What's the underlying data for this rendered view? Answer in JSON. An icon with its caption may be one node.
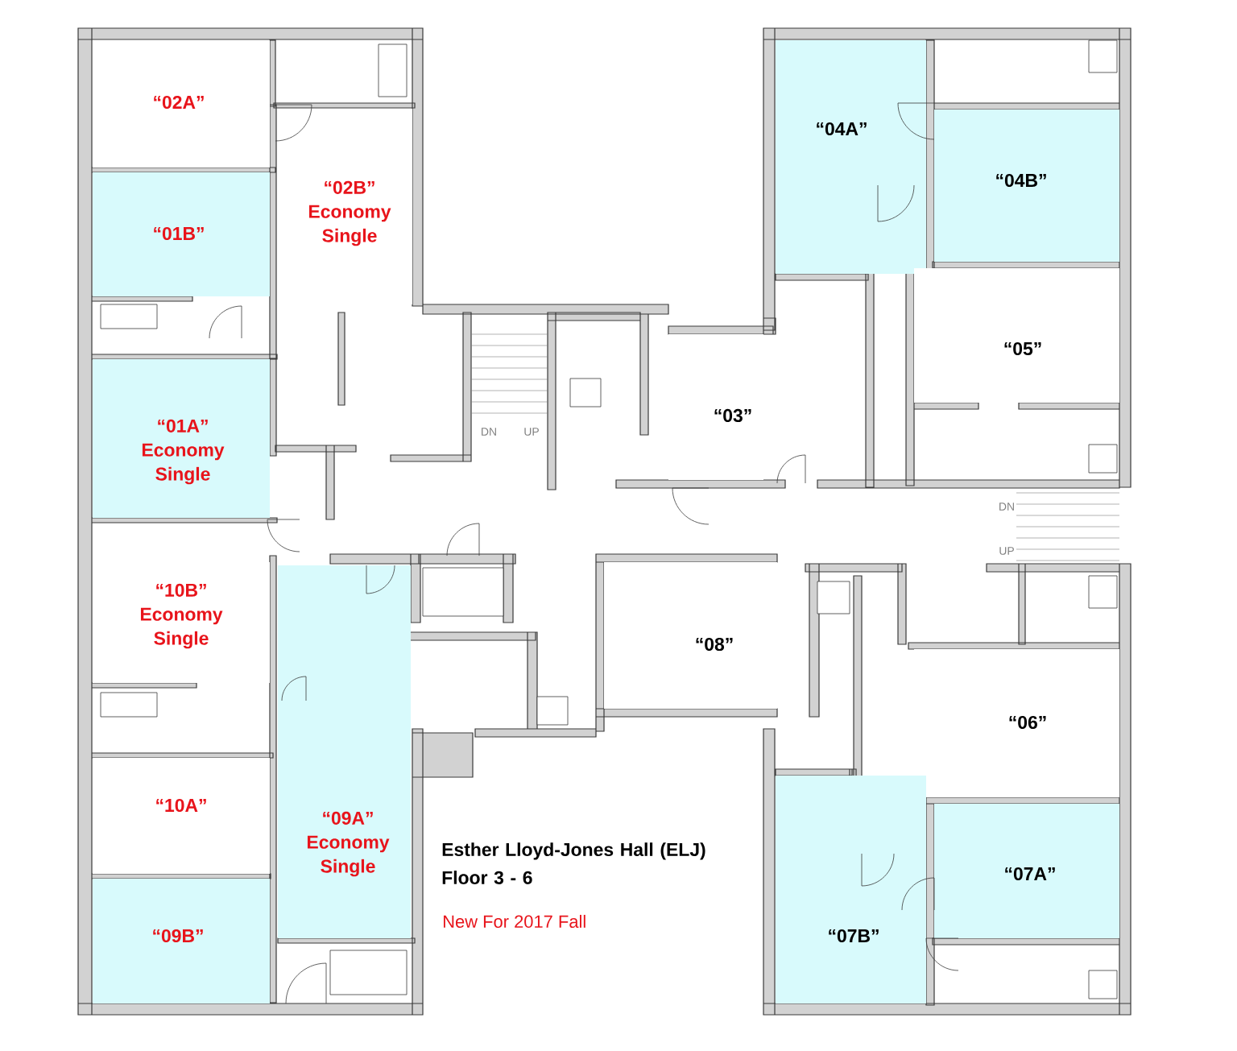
{
  "diagram": {
    "title": "Esther Lloyd-Jones Hall (ELJ) Floor 3 - 6",
    "nodes": [
      {
        "text": [
          "“02A”"
        ]
      },
      {
        "text": [
          "“04A”"
        ]
      },
      {
        "text": [
          "“02B”",
          "Economy Single"
        ]
      },
      {
        "text": [
          "“04B”"
        ]
      },
      {
        "text": [
          "“01B”"
        ]
      },
      {
        "text": [
          "“05”"
        ]
      },
      {
        "text": [
          "“01A”",
          "Economy Single"
        ]
      },
      {
        "text": [
          "“03”"
        ]
      },
      {
        "text": [
          "“10B”",
          "Economy Single"
        ]
      },
      {
        "text": [
          "“08”"
        ]
      },
      {
        "text": [
          "“06”"
        ]
      },
      {
        "text": [
          "“10A”"
        ]
      },
      {
        "text": [
          "“09A”",
          "Economy Single"
        ]
      },
      {
        "text": [
          "“07A”"
        ]
      },
      {
        "text": [
          "“07B”"
        ]
      },
      {
        "text": [
          "“09B”"
        ]
      }
    ],
    "labels": [
      "DN",
      "UP",
      "DN",
      "UP",
      "New For 2017 Fall"
    ]
  }
}
